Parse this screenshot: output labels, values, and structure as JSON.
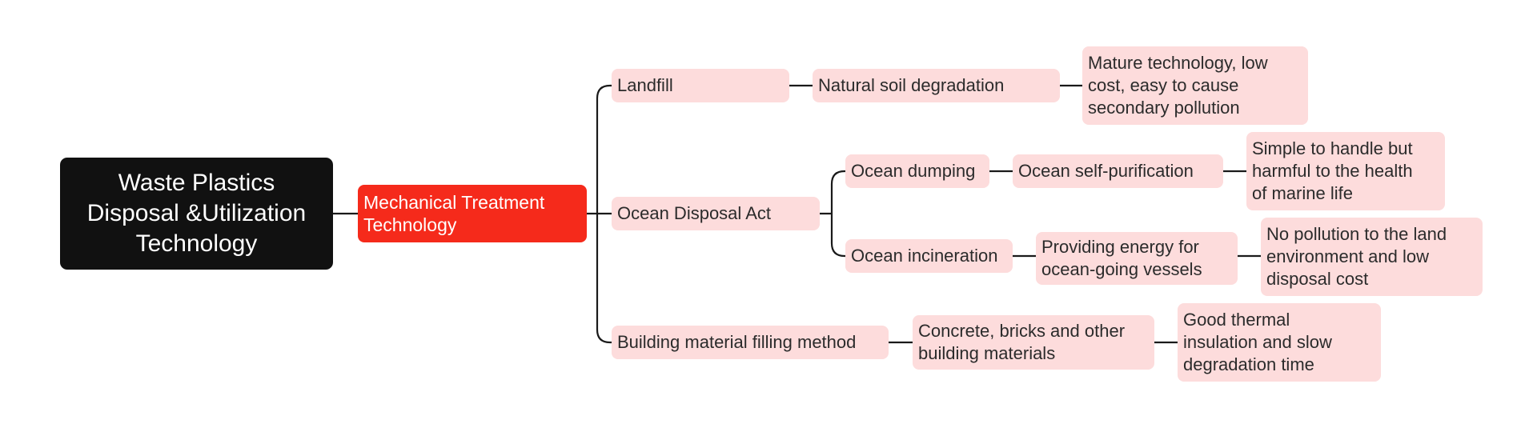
{
  "colors": {
    "root_bg": "#111111",
    "primary_bg": "#f52a1b",
    "leaf_bg": "#fddcdc",
    "line": "#1a1a1a"
  },
  "mindmap": {
    "root": "Waste Plastics\nDisposal &Utilization\nTechnology",
    "main_topic": "Mechanical Treatment\nTechnology",
    "branches": [
      {
        "label": "Landfill",
        "children": [
          {
            "label": "Natural soil degradation",
            "children": [
              {
                "label": "Mature technology, low\ncost, easy to cause\nsecondary pollution"
              }
            ]
          }
        ]
      },
      {
        "label": "Ocean Disposal Act",
        "children": [
          {
            "label": "Ocean dumping",
            "children": [
              {
                "label": "Ocean self-purification",
                "children": [
                  {
                    "label": "Simple to handle but\nharmful to the health\nof marine life"
                  }
                ]
              }
            ]
          },
          {
            "label": "Ocean incineration",
            "children": [
              {
                "label": "Providing energy for\nocean-going vessels",
                "children": [
                  {
                    "label": "No pollution to the land\nenvironment and low\ndisposal cost"
                  }
                ]
              }
            ]
          }
        ]
      },
      {
        "label": "Building material filling method",
        "children": [
          {
            "label": "Concrete, bricks and other\nbuilding materials",
            "children": [
              {
                "label": "Good thermal\ninsulation and slow\ndegradation time"
              }
            ]
          }
        ]
      }
    ]
  }
}
